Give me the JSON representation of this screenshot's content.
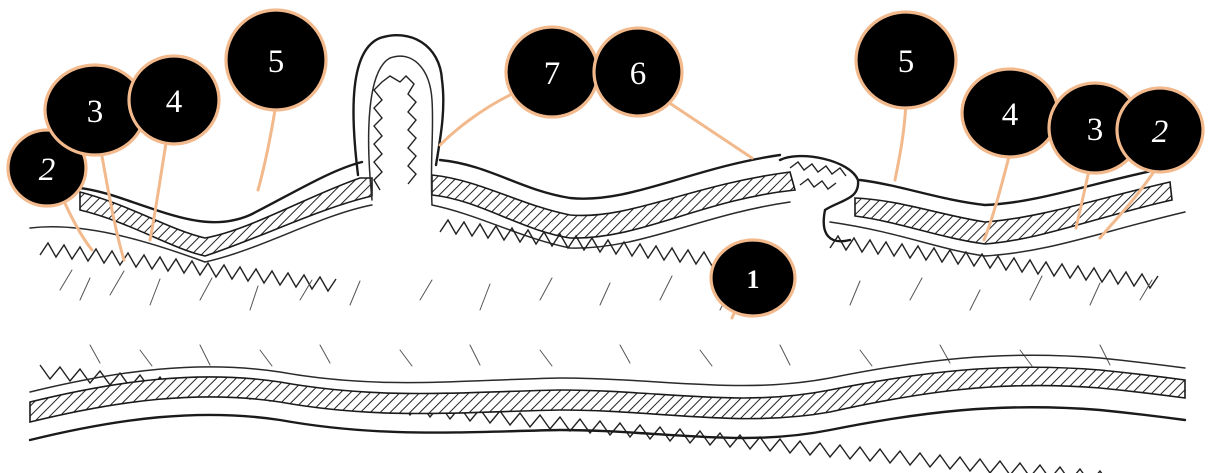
{
  "labels": {
    "l1": "1",
    "l2_left": "2",
    "l3_left": "3",
    "l4_left": "4",
    "l5_left": "5",
    "l7": "7",
    "l6": "6",
    "l5_right": "5",
    "l4_right": "4",
    "l3_right": "3",
    "l2_right": "2"
  },
  "colors": {
    "bubble_fill": "#000000",
    "bubble_outline": "#f2b98c",
    "label_text": "#ffffff",
    "ink": "#1a1a1a"
  }
}
